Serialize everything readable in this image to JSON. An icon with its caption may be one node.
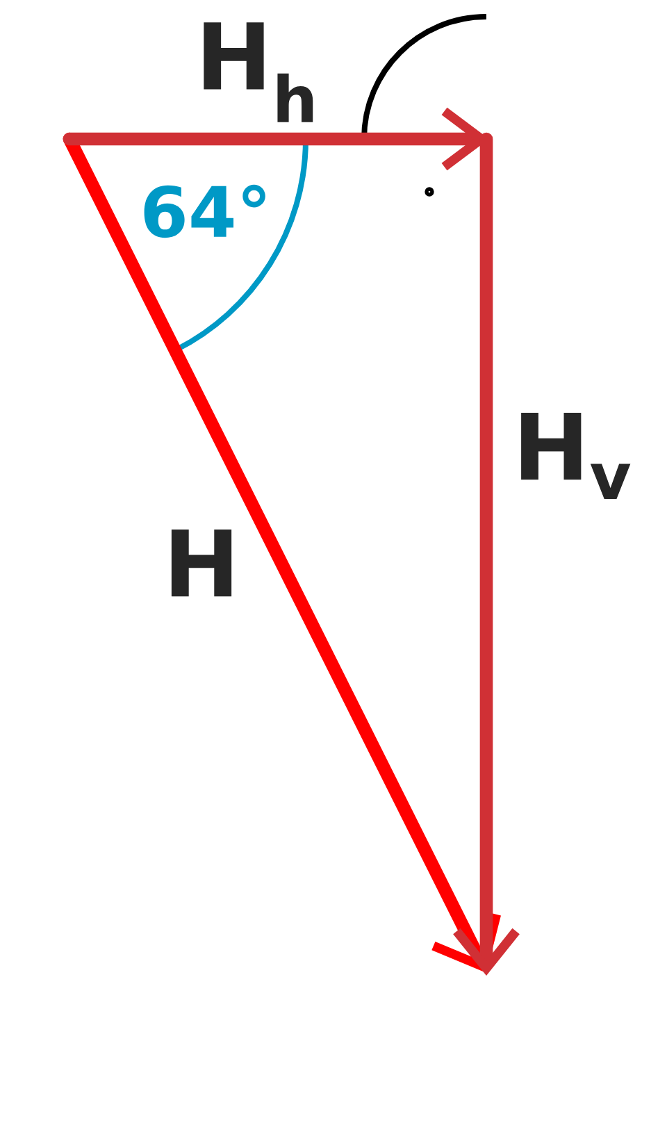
{
  "diagram": {
    "labels": [
      "H$_{h}$",
      "64°",
      "H$_{v}$",
      "H"
    ]
  }
}
